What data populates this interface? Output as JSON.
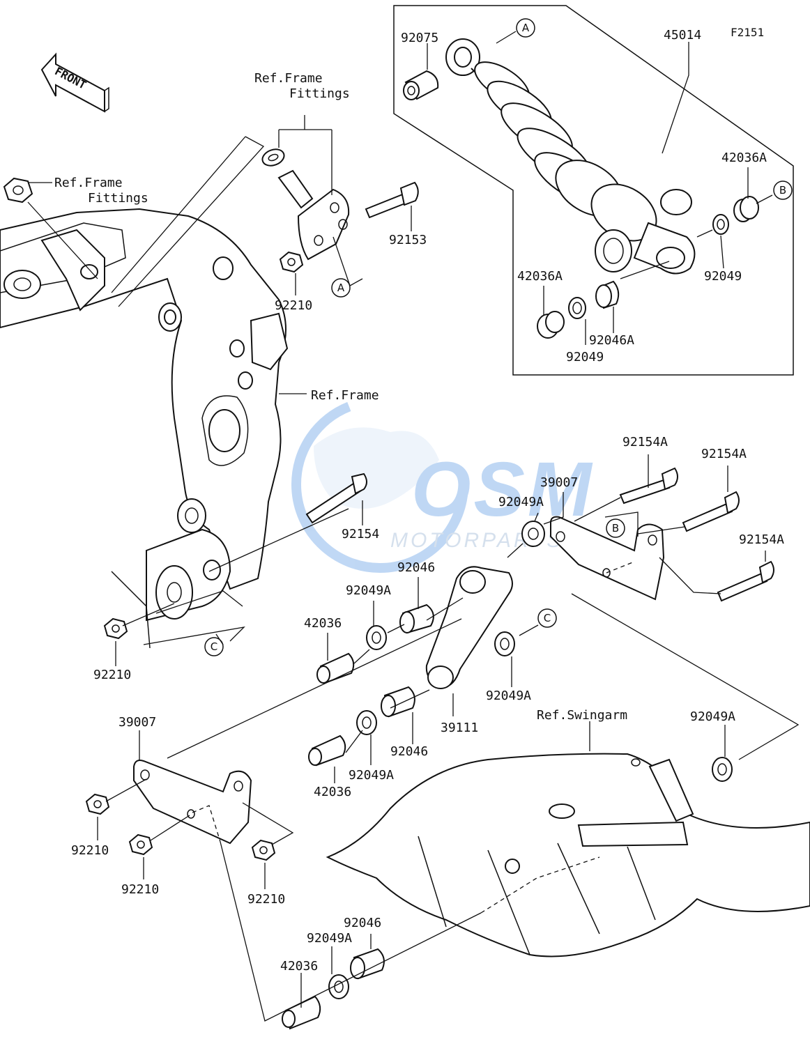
{
  "figure_code": "F2151",
  "front_arrow_label": "FRONT",
  "callout_letters": [
    "A",
    "B",
    "C"
  ],
  "watermark": {
    "brand": "OSM",
    "sub": "MOTORPARTS",
    "colors": {
      "blue": "#4a90e2",
      "light": "#cfe0f5"
    }
  },
  "reference_labels": {
    "frame_fittings_top": [
      "Ref.Frame",
      "Fittings"
    ],
    "frame_fittings_left": [
      "Ref.Frame",
      "Fittings"
    ],
    "frame": "Ref.Frame",
    "swingarm": "Ref.Swingarm"
  },
  "part_labels": {
    "p92075": "92075",
    "p45014": "45014",
    "p42036A_top": "42036A",
    "p92049_right": "92049",
    "p42036A_left": "42036A",
    "p92046A": "92046A",
    "p92049_bottom": "92049",
    "p92153": "92153",
    "p92210_top": "92210",
    "p92154A_1": "92154A",
    "p92154A_2": "92154A",
    "p92154A_3": "92154A",
    "p39007_right": "39007",
    "p92049A_upper": "92049A",
    "p92154": "92154",
    "p92046_mid": "92046",
    "p92049A_mid": "92049A",
    "p42036_mid": "42036",
    "p92210_left": "92210",
    "p92049A_c": "92049A",
    "p39111": "39111",
    "p92046_low": "92046",
    "p92049A_low": "92049A",
    "p42036_low": "42036",
    "p39007_left": "39007",
    "p92210_a": "92210",
    "p92210_b": "92210",
    "p92210_c": "92210",
    "p92049A_sw": "92049A",
    "p92046_bot": "92046",
    "p92049A_bot": "92049A",
    "p42036_bot": "42036"
  }
}
